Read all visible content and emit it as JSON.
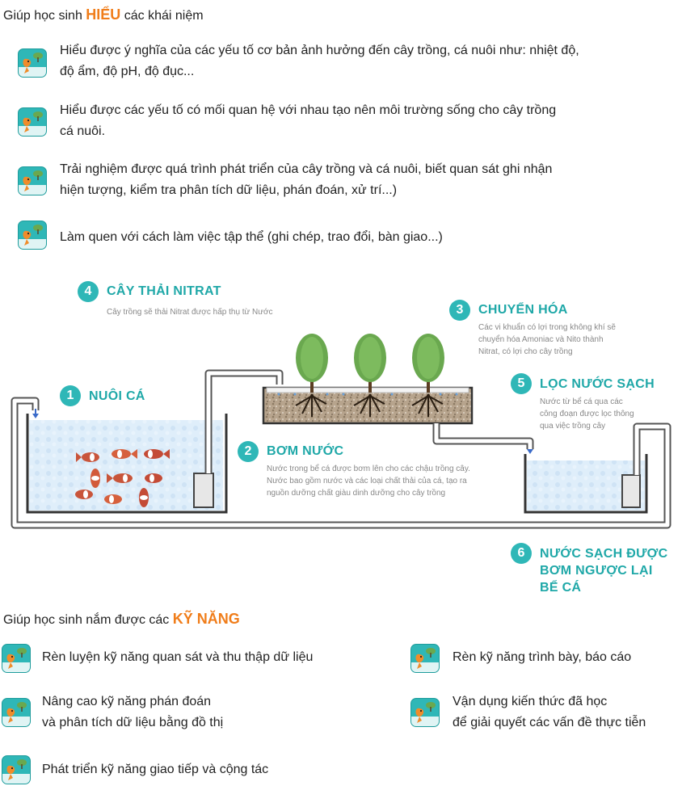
{
  "understand": {
    "heading_prefix": "Giúp học sinh",
    "heading_highlight": "HIỂU",
    "heading_suffix": "các khái niệm",
    "items": [
      {
        "line1": "Hiểu được ý nghĩa của các yếu tố cơ bản ảnh hưởng đến cây trồng, cá nuôi như: nhiệt độ,",
        "line2": "độ ẩm, độ pH, độ đục..."
      },
      {
        "line1": "Hiểu được các yếu tố có mối quan hệ với nhau tạo nên môi trường sống cho cây trồng",
        "line2": "cá nuôi."
      },
      {
        "line1": "Trải nghiệm được quá trình phát triển của cây trồng và cá nuôi, biết quan sát ghi nhận",
        "line2": "hiện tượng, kiểm tra phân tích dữ liệu, phán đoán, xử trí...)"
      },
      {
        "line1": "Làm quen với cách làm việc tập thể (ghi chép, trao đổi, bàn giao...)",
        "line2": ""
      }
    ]
  },
  "diagram": {
    "steps": [
      {
        "num": "1",
        "title": "NUÔI CÁ",
        "desc": ""
      },
      {
        "num": "2",
        "title": "BƠM NƯỚC",
        "desc1": "Nước trong bể cá được bơm lên cho các chậu trồng cây.",
        "desc2": "Nước bao gồm nước và các loại chất thải của cá, tạo ra",
        "desc3": "nguồn dưỡng chất giàu dinh dưỡng cho cây trồng"
      },
      {
        "num": "3",
        "title": "CHUYỂN HÓA",
        "desc1": "Các vi khuẩn có lợi trong không khí sẽ",
        "desc2": "chuyển hóa Amoniac và Nito thành",
        "desc3": "Nitrat, có lợi cho cây trồng"
      },
      {
        "num": "4",
        "title": "CÂY THẢI NITRAT",
        "desc1": "Cây trồng sẽ thải Nitrat được hấp thụ từ Nước"
      },
      {
        "num": "5",
        "title": "LỌC NƯỚC SẠCH",
        "desc1": "Nước từ bể cá qua các",
        "desc2": "công đoạn được lọc thông",
        "desc3": "qua việc trồng cây"
      },
      {
        "num": "6",
        "title1": "NƯỚC SẠCH ĐƯỢC",
        "title2": "BƠM NGƯỢC LẠI",
        "title3": "BỂ CÁ"
      }
    ]
  },
  "skills": {
    "heading_prefix": "Giúp học sinh nắm được các",
    "heading_highlight": "KỸ NĂNG",
    "items": [
      {
        "line1": "Rèn luyện kỹ năng quan sát và thu thập dữ liệu",
        "line2": ""
      },
      {
        "line1": "Rèn kỹ năng trình bày, báo cáo",
        "line2": ""
      },
      {
        "line1": "Nâng cao kỹ năng phán đoán",
        "line2": "và phân tích dữ liệu bằng đồ thị"
      },
      {
        "line1": "Vận dụng kiến thức đã học",
        "line2": "để giải quyết các vấn đề thực tiễn"
      },
      {
        "line1": "Phát triển kỹ năng giao tiếp và cộng tác",
        "line2": ""
      }
    ]
  },
  "colors": {
    "accent": "#f07d1a",
    "teal": "#2fb7b7",
    "step_title": "#1fa8a8"
  },
  "icons": {
    "item_icon": "fish-plant-icon",
    "pump_icon": "water-pump-icon",
    "tree_icon": "tree-icon",
    "fish_icon": "fish-icon"
  }
}
